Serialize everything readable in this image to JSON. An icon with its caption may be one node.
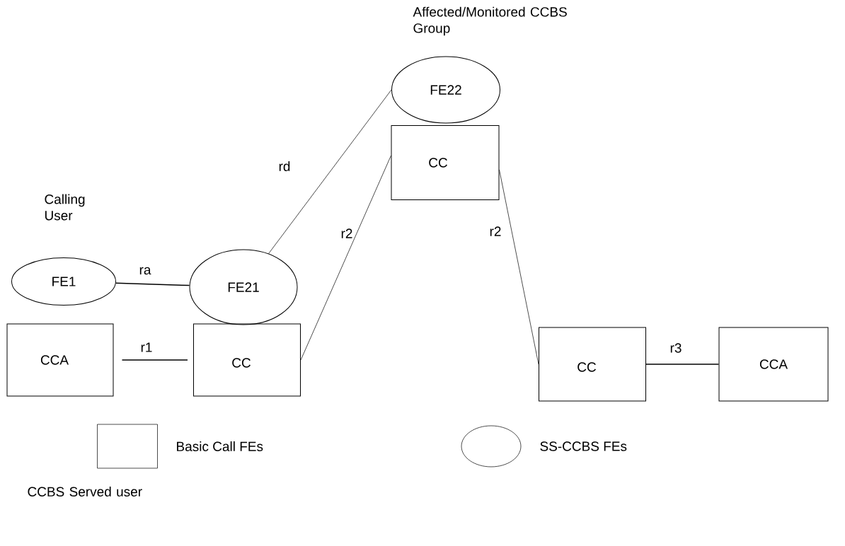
{
  "diagram": {
    "nodes": [
      {
        "text": [
          "FE1"
        ]
      },
      {
        "text": [
          "FE21"
        ]
      },
      {
        "text": [
          "CCA"
        ]
      },
      {
        "text": [
          "CC"
        ]
      },
      {
        "text": [
          "FE22"
        ]
      },
      {
        "text": [
          "CC"
        ]
      },
      {
        "text": [
          "CC"
        ]
      },
      {
        "text": [
          "CCA"
        ]
      }
    ],
    "edges": [
      {
        "from": 0,
        "to": 1,
        "arrow": "none",
        "label": "ra"
      },
      {
        "from": 2,
        "to": 3,
        "arrow": "none",
        "label": "r1"
      },
      {
        "from": 1,
        "to": 4,
        "arrow": "none",
        "label": "rd"
      },
      {
        "from": 3,
        "to": 5,
        "arrow": "none",
        "label": "r2"
      },
      {
        "from": 5,
        "to": 6,
        "arrow": "none",
        "label": "r2"
      },
      {
        "from": 6,
        "to": 7,
        "arrow": "none",
        "label": "r3"
      }
    ],
    "labels": [
      "Affected/Monitored CCBS Group",
      "Calling User",
      "CCBS Served user"
    ],
    "legend": [
      {
        "text": "Basic Call FEs"
      },
      {
        "text": "SS-CCBS FEs"
      }
    ]
  }
}
